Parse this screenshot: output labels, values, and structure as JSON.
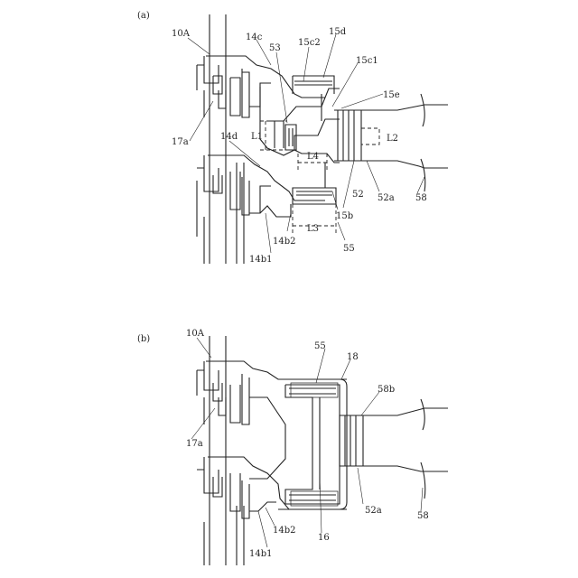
{
  "panel_a": {
    "caption": "(a)",
    "labels": {
      "l10A": "10A",
      "l14c": "14c",
      "l53": "53",
      "l15c2": "15c2",
      "l15d": "15d",
      "l15c1": "15c1",
      "l15e": "15e",
      "l17a": "17a",
      "l14d": "14d",
      "L1": "L1",
      "L2": "L2",
      "L4": "L4",
      "l52": "52",
      "l52a": "52a",
      "l58": "58",
      "l15b": "15b",
      "L3": "L3",
      "l55": "55",
      "l14b2": "14b2",
      "l14b1": "14b1"
    }
  },
  "panel_b": {
    "caption": "(b)",
    "labels": {
      "l10A": "10A",
      "l55": "55",
      "l18": "18",
      "l58b": "58b",
      "l17a": "17a",
      "l52a": "52a",
      "l58": "58",
      "l16": "16",
      "l14b2": "14b2",
      "l14b1": "14b1"
    }
  }
}
